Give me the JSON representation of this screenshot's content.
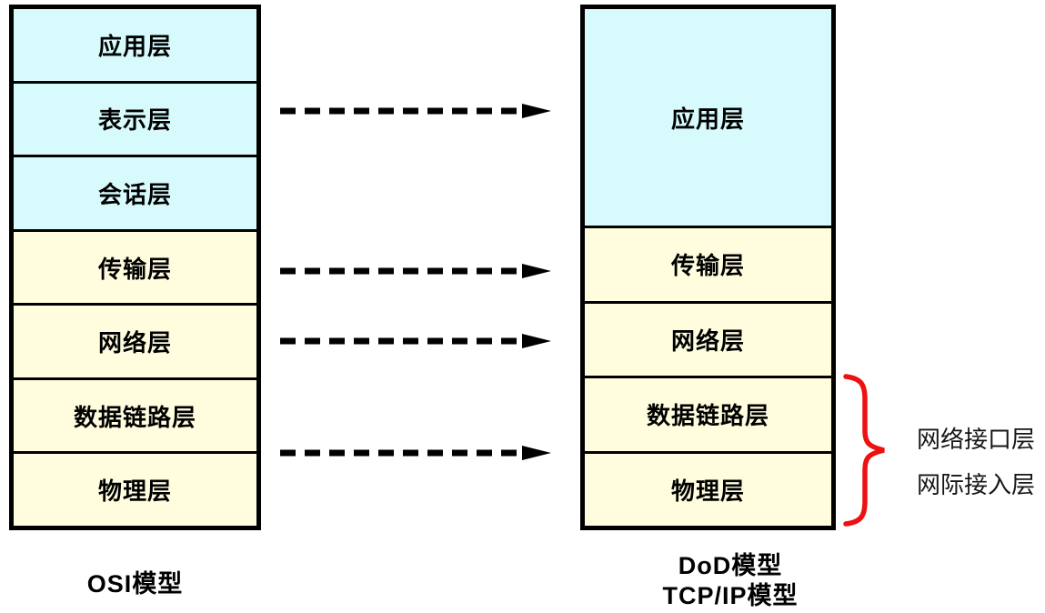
{
  "osi": {
    "title": "OSI模型",
    "layers": [
      "应用层",
      "表示层",
      "会话层",
      "传输层",
      "网络层",
      "数据链路层",
      "物理层"
    ]
  },
  "dod": {
    "title_line1": "DoD模型",
    "title_line2": "TCP/IP模型",
    "layers": [
      "应用层",
      "传输层",
      "网络层",
      "数据链路层",
      "物理层"
    ]
  },
  "annotation": {
    "labels": [
      "网络接口层",
      "网际接入层"
    ]
  },
  "colors": {
    "upper_layer_fill": "#D7FBFD",
    "lower_layer_fill": "#FFFDDE",
    "border": "#000000",
    "brace": "#EE1111",
    "arrow": "#000000"
  }
}
